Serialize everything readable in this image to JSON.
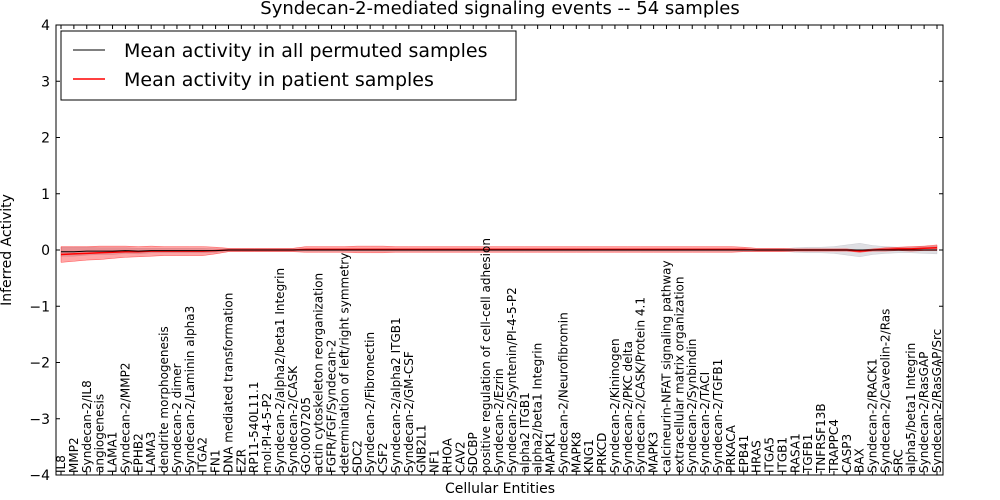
{
  "chart_data": {
    "type": "line",
    "title": "Syndecan-2-mediated signaling events -- 54 samples",
    "xlabel": "Cellular Entities",
    "ylabel": "Inferred Activity",
    "ylim": [
      -4,
      4
    ],
    "yticks": [
      -4,
      -3,
      -2,
      -1,
      0,
      1,
      2,
      3,
      4
    ],
    "grid": false,
    "legend_position": "top-left",
    "categories": [
      "IL8",
      "MMP2",
      "Syndecan-2/IL8",
      "angiogenesis",
      "LAMA1",
      "Syndecan-2/MMP2",
      "EPHB2",
      "LAMA3",
      "dendrite morphogenesis",
      "Syndecan-2 dimer",
      "Syndecan-2/Laminin alpha3",
      "ITGA2",
      "FN1",
      "DNA mediated transformation",
      "EZR",
      "RP11-540L11.1",
      "mol:PI-4-5-P2",
      "Syndecan-2/alpha2/beta1 Integrin",
      "Syndecan-2/CASK",
      "GO:0007205",
      "actin cytoskeleton reorganization",
      "FGFR/FGF/Syndecan-2",
      "determination of left/right symmetry",
      "SDC2",
      "Syndecan-2/Fibronectin",
      "CSF2",
      "Syndecan-2/alpha2 ITGB1",
      "Syndecan-2/GM-CSF",
      "GNB2L1",
      "NF1",
      "RHOA",
      "CAV2",
      "SDCBP",
      "positive regulation of cell-cell adhesion",
      "Syndecan-2/Ezrin",
      "Syndecan-2/Syntenin/PI-4-5-P2",
      "alpha2 ITGB1",
      "alpha2/beta1 Integrin",
      "MAPK1",
      "Syndecan-2/Neurofibromin",
      "MAPK8",
      "KNG1",
      "PRKCD",
      "Syndecan-2/Kininogen",
      "Syndecan-2/PKC delta",
      "Syndecan-2/CASK/Protein 4.1",
      "MAPK3",
      "calcineurin-NFAT signaling pathway",
      "extracellular matrix organization",
      "Syndecan-2/Synbindin",
      "Syndecan-2/TACI",
      "Syndecan-2/TGFB1",
      "PRKACA",
      "EPB41",
      "HRAS",
      "ITGA5",
      "ITGB1",
      "RASA1",
      "TGFB1",
      "TNFRSF13B",
      "TRAPPC4",
      "CASP3",
      "BAX",
      "Syndecan-2/RACK1",
      "Syndecan-2/Caveolin-2/Ras",
      "SRC",
      "alpha5/beta1 Integrin",
      "Syndecan-2/RasGAP",
      "Syndecan-2/RasGAP/Src"
    ],
    "series": [
      {
        "name": "Mean activity in all permuted samples",
        "color": "#000000",
        "values": [
          -0.03,
          -0.03,
          -0.02,
          -0.02,
          -0.02,
          -0.01,
          -0.02,
          -0.01,
          -0.01,
          -0.01,
          -0.01,
          -0.01,
          -0.01,
          0.0,
          0.0,
          0.0,
          0.0,
          0.0,
          0.0,
          0.0,
          0.0,
          0.0,
          0.0,
          0.0,
          0.0,
          0.0,
          0.0,
          0.0,
          0.0,
          0.0,
          0.0,
          0.0,
          0.0,
          0.0,
          0.0,
          0.0,
          0.0,
          0.0,
          0.0,
          0.0,
          0.0,
          0.0,
          0.0,
          0.0,
          0.0,
          0.0,
          0.0,
          0.0,
          0.0,
          0.0,
          0.0,
          0.0,
          0.0,
          0.0,
          0.0,
          0.0,
          0.0,
          0.0,
          0.0,
          0.0,
          0.0,
          0.0,
          0.0,
          0.0,
          0.0,
          0.0,
          0.0,
          0.0,
          0.0
        ],
        "band": [
          0.08,
          0.08,
          0.07,
          0.06,
          0.06,
          0.05,
          0.05,
          0.04,
          0.04,
          0.04,
          0.04,
          0.04,
          0.03,
          0.02,
          0.02,
          0.02,
          0.02,
          0.02,
          0.02,
          0.02,
          0.02,
          0.02,
          0.02,
          0.02,
          0.02,
          0.02,
          0.02,
          0.02,
          0.02,
          0.02,
          0.02,
          0.02,
          0.02,
          0.02,
          0.02,
          0.02,
          0.02,
          0.02,
          0.02,
          0.02,
          0.02,
          0.02,
          0.02,
          0.02,
          0.02,
          0.02,
          0.02,
          0.02,
          0.02,
          0.02,
          0.02,
          0.02,
          0.02,
          0.02,
          0.02,
          0.02,
          0.02,
          0.04,
          0.05,
          0.05,
          0.06,
          0.09,
          0.12,
          0.08,
          0.06,
          0.05,
          0.05,
          0.06,
          0.07
        ]
      },
      {
        "name": "Mean activity in patient samples",
        "color": "#ff0000",
        "values": [
          -0.08,
          -0.07,
          -0.06,
          -0.05,
          -0.04,
          -0.03,
          -0.03,
          -0.02,
          -0.02,
          -0.02,
          -0.02,
          -0.02,
          -0.01,
          0.0,
          0.0,
          0.0,
          0.0,
          0.0,
          0.0,
          0.01,
          0.01,
          0.01,
          0.01,
          0.01,
          0.01,
          0.01,
          0.01,
          0.01,
          0.01,
          0.01,
          0.01,
          0.01,
          0.01,
          0.01,
          0.01,
          0.01,
          0.01,
          0.01,
          0.01,
          0.01,
          0.01,
          0.01,
          0.01,
          0.01,
          0.01,
          0.01,
          0.01,
          0.01,
          0.01,
          0.01,
          0.01,
          0.01,
          0.01,
          0.01,
          0.0,
          0.0,
          0.0,
          0.0,
          0.0,
          0.0,
          0.0,
          0.0,
          -0.02,
          0.0,
          0.01,
          0.02,
          0.02,
          0.03,
          0.04
        ],
        "band": [
          0.14,
          0.13,
          0.12,
          0.12,
          0.11,
          0.1,
          0.09,
          0.09,
          0.08,
          0.08,
          0.08,
          0.08,
          0.06,
          0.03,
          0.03,
          0.03,
          0.03,
          0.03,
          0.03,
          0.05,
          0.05,
          0.05,
          0.05,
          0.06,
          0.06,
          0.06,
          0.05,
          0.05,
          0.05,
          0.05,
          0.05,
          0.05,
          0.05,
          0.05,
          0.05,
          0.05,
          0.05,
          0.05,
          0.05,
          0.05,
          0.05,
          0.05,
          0.05,
          0.05,
          0.05,
          0.05,
          0.05,
          0.05,
          0.05,
          0.05,
          0.05,
          0.05,
          0.05,
          0.04,
          0.03,
          0.03,
          0.03,
          0.02,
          0.02,
          0.02,
          0.02,
          0.02,
          0.02,
          0.02,
          0.03,
          0.03,
          0.04,
          0.04,
          0.05
        ]
      }
    ]
  }
}
